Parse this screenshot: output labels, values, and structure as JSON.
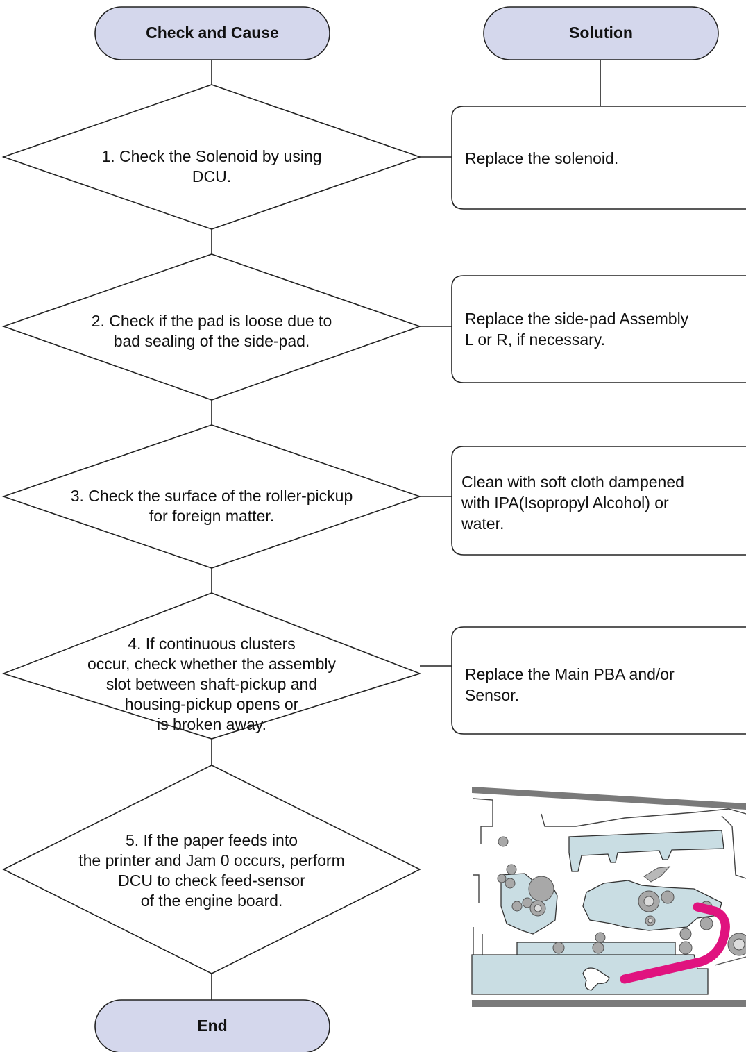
{
  "headers": {
    "check": "Check and Cause",
    "solution": "Solution",
    "end": "End"
  },
  "steps": [
    {
      "check": "1. Check the Solenoid by using\nDCU.",
      "solution": "Replace the solenoid."
    },
    {
      "check": "2. Check if the pad is loose due to\nbad sealing of the side-pad.",
      "solution": "Replace the side-pad Assembly\nL or R, if necessary."
    },
    {
      "check": "3. Check the surface of the roller-pickup\nfor foreign matter.",
      "solution": "Clean with soft cloth dampened\nwith IPA(Isopropyl Alcohol) or\nwater."
    },
    {
      "check": "4. If continuous clusters\noccur, check whether the assembly\nslot between shaft-pickup and\nhousing-pickup opens or\nis broken away.",
      "solution": "Replace the Main PBA and/or\nSensor."
    },
    {
      "check": "5. If the paper feeds into\nthe printer and Jam 0 occurs, perform\nDCU to check feed-sensor\nof the engine board."
    }
  ],
  "colors": {
    "line": "#222222",
    "machine_fill": "#c9dde3",
    "paper_path": "#e0137f",
    "roller": "#9a9a9a"
  }
}
